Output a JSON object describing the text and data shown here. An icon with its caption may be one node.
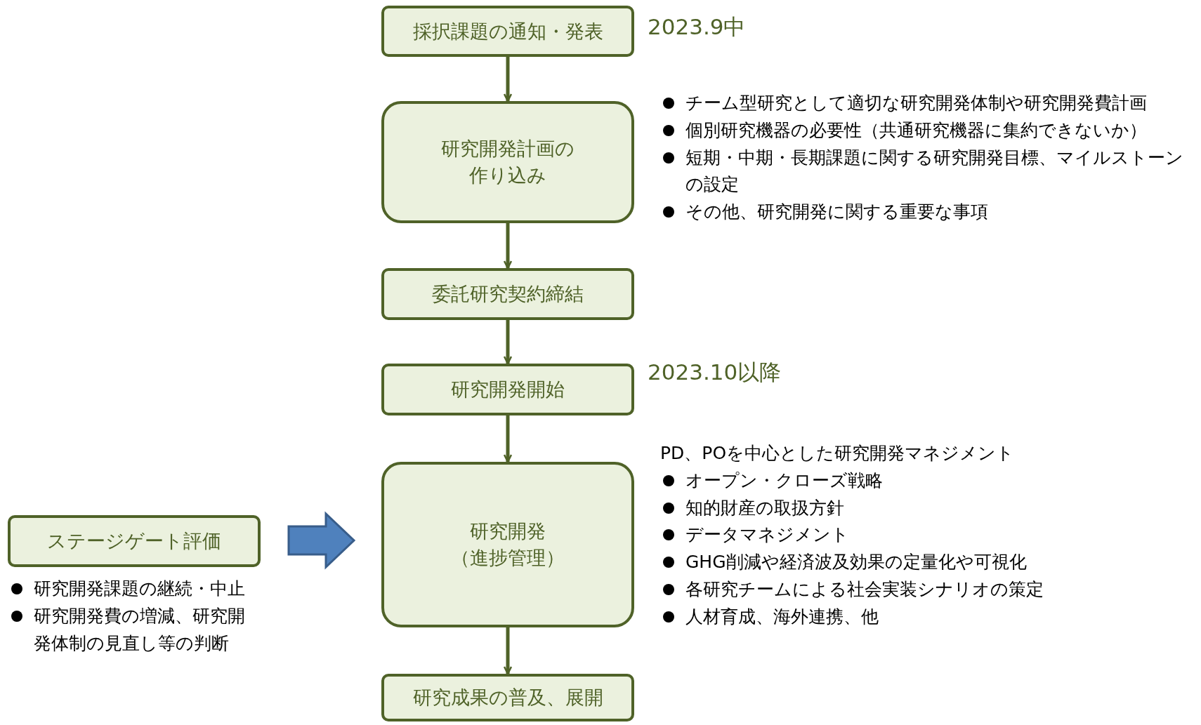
{
  "diagram": {
    "nodes": [
      {
        "text": [
          "採択課題の通知・発表"
        ],
        "beside": [
          "2023.9中"
        ]
      },
      {
        "text": [
          "研究開発計画の作り込み"
        ],
        "beside": [
          "チーム型研究として適切な研究開発体制や研究開発費計画",
          "個別研究機器の必要性（共通研究機器に集約できないか）",
          "短期・中期・長期課題に関する研究開発目標、マイルストーンの設定",
          "その他、研究開発に関する重要な事項"
        ]
      },
      {
        "text": [
          "委託研究契約締結"
        ]
      },
      {
        "text": [
          "研究開発開始"
        ],
        "beside": [
          "2023.10以降"
        ]
      },
      {
        "text": [
          "研究開発",
          "（進捗管理）"
        ],
        "beside": [
          "PD、POを中心とした研究開発マネジメント",
          "オープン・クローズ戦略",
          "知的財産の取扱方針",
          "データマネジメント",
          "GHG削減や経済波及効果の定量化や可視化",
          "各研究チームによる社会実装シナリオの策定",
          "人材育成、海外連携、他"
        ]
      },
      {
        "text": [
          "研究成果の普及、展開"
        ]
      },
      {
        "text": [
          "ステージゲート評価"
        ],
        "beside": [
          "研究開発課題の継続・中止",
          "研究開発費の増減、研究開発体制の見直し等の判断"
        ]
      }
    ],
    "edges": [
      {
        "from": 0,
        "to": 1,
        "arrow": "to"
      },
      {
        "from": 1,
        "to": 2,
        "arrow": "to"
      },
      {
        "from": 2,
        "to": 3,
        "arrow": "to"
      },
      {
        "from": 3,
        "to": 4,
        "arrow": "to"
      },
      {
        "from": 4,
        "to": 5,
        "arrow": "to"
      },
      {
        "from": 6,
        "to": 4,
        "arrow": "to",
        "style": "thick",
        "color": "#4f81bd"
      }
    ]
  }
}
